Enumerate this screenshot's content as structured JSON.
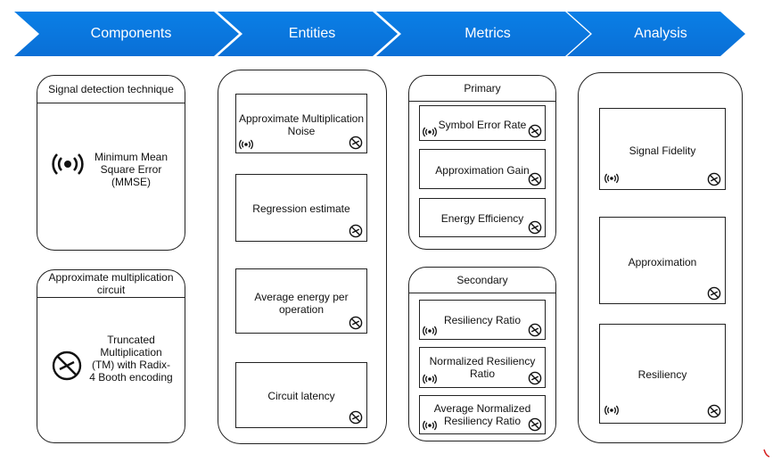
{
  "header": {
    "components": "Components",
    "entities": "Entities",
    "metrics": "Metrics",
    "analysis": "Analysis"
  },
  "components": {
    "signal": {
      "title": "Signal detection technique",
      "body": "Minimum Mean Square Error (MMSE)"
    },
    "circuit": {
      "title": "Approximate multiplication circuit",
      "body": "Truncated Multiplication (TM) with Radix-4 Booth encoding"
    }
  },
  "entities": {
    "items": [
      "Approximate Multiplication Noise",
      "Regression estimate",
      "Average energy per operation",
      "Circuit latency"
    ]
  },
  "metrics": {
    "primary": {
      "title": "Primary",
      "items": [
        "Symbol Error Rate",
        "Approximation Gain",
        "Energy Efficiency"
      ]
    },
    "secondary": {
      "title": "Secondary",
      "items": [
        "Resiliency Ratio",
        "Normalized Resiliency Ratio",
        "Average Normalized Resiliency Ratio"
      ]
    }
  },
  "analysis": {
    "items": [
      "Signal Fidelity",
      "Approximation",
      "Resiliency"
    ]
  },
  "icons": {
    "signal": "broadcast-icon",
    "multiplier": "crossed-multiplier-icon"
  },
  "colors": {
    "header_blue": "#0a72dc",
    "stroke": "#222222"
  }
}
